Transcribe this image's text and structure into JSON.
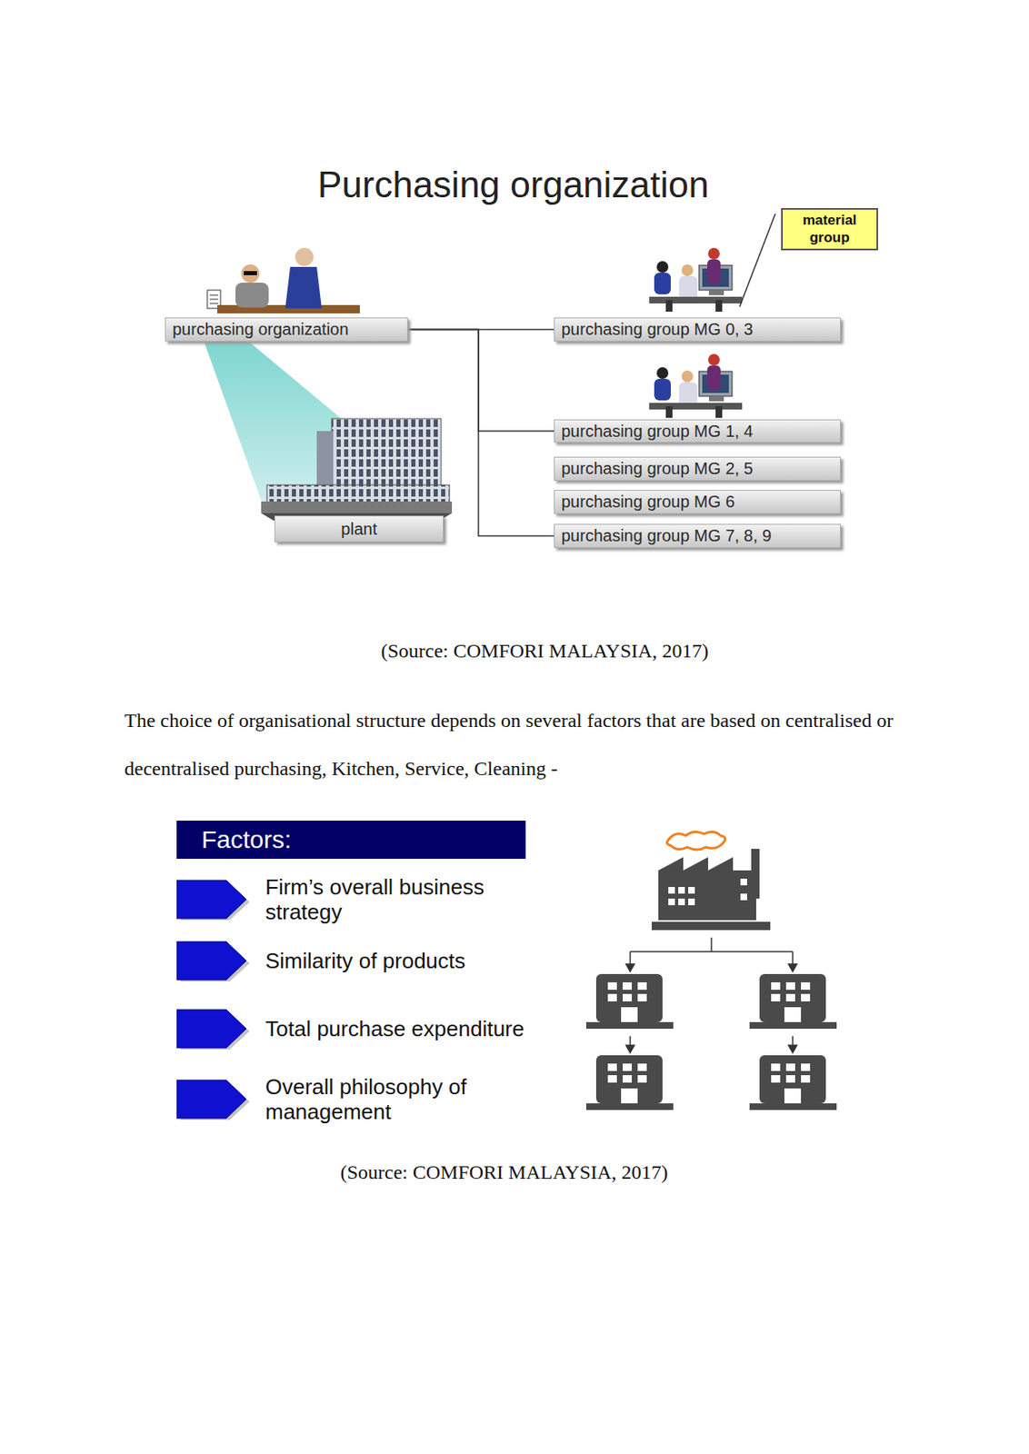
{
  "diagram": {
    "title": "Purchasing organization",
    "nodes": [
      {
        "text": [
          "purchasing organization"
        ]
      },
      {
        "text": [
          "purchasing group MG 0, 3"
        ]
      },
      {
        "text": [
          "purchasing group MG 1, 4"
        ]
      },
      {
        "text": [
          "purchasing group MG 2, 5"
        ]
      },
      {
        "text": [
          "purchasing group MG 6"
        ]
      },
      {
        "text": [
          "purchasing group MG 7, 8, 9"
        ]
      },
      {
        "text": [
          "plant"
        ]
      },
      {
        "text": [
          "material group"
        ]
      },
      {
        "text": [
          "Factors:"
        ]
      },
      {
        "text": [
          "Firm’s overall business strategy"
        ]
      },
      {
        "text": [
          "Similarity of products"
        ]
      },
      {
        "text": [
          "Total purchase expenditure"
        ]
      },
      {
        "text": [
          "Overall philosophy of management"
        ]
      }
    ],
    "edges": [
      {
        "from": 0,
        "to": 1,
        "arrow": "none"
      },
      {
        "from": 0,
        "to": 2,
        "arrow": "none"
      },
      {
        "from": 0,
        "to": 5,
        "arrow": "none"
      }
    ],
    "labels": [
      "(Source: COMFORI MALAYSIA, 2017)",
      "The choice of organisational structure depends on several factors that are based on centralised or decentralised purchasing, Kitchen, Service, Cleaning -",
      "(Source: COMFORI MALAYSIA, 2017)"
    ]
  }
}
